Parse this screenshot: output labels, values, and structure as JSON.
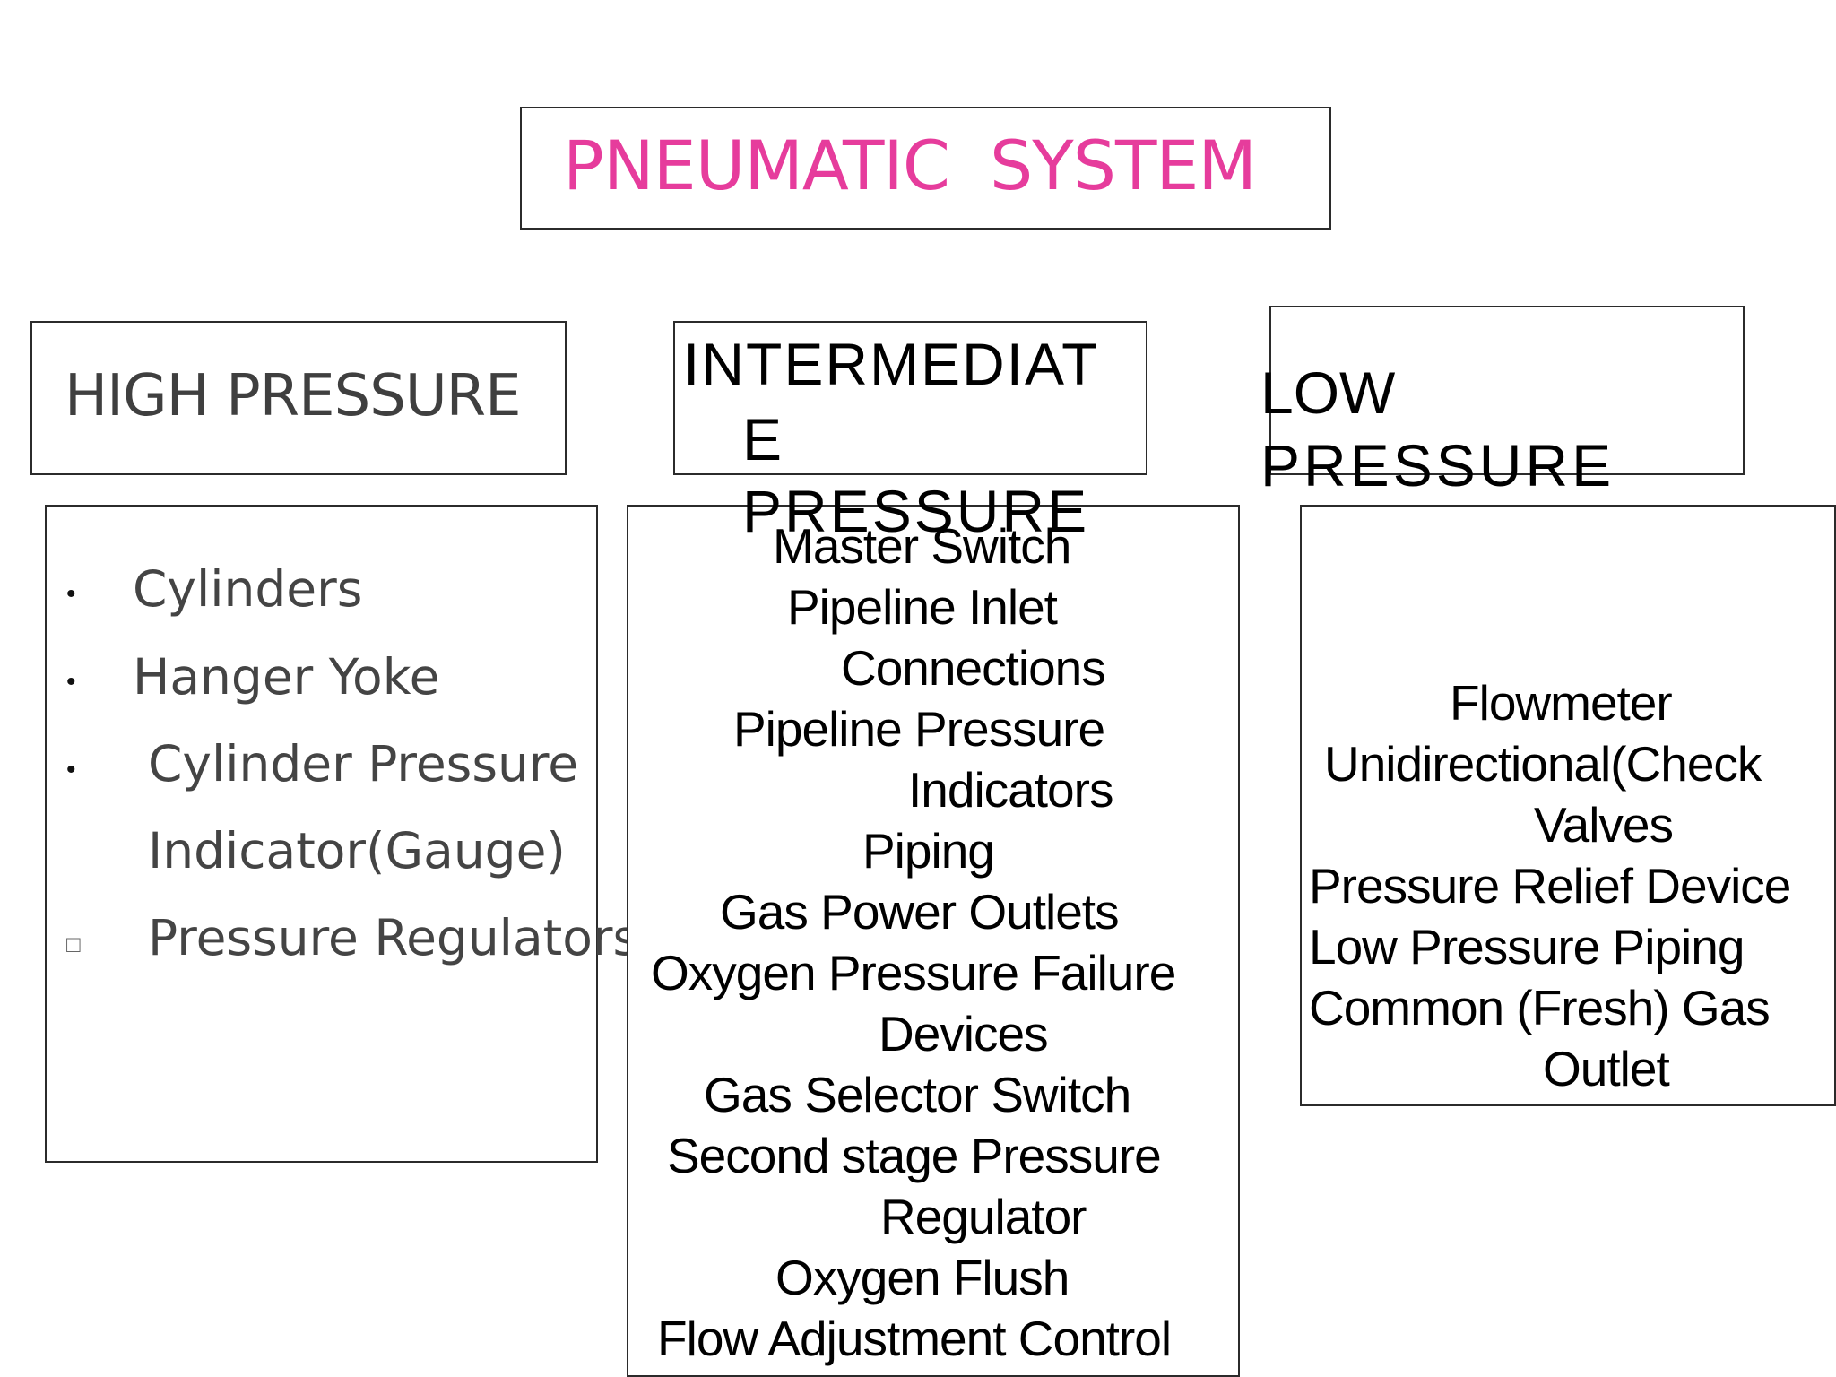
{
  "title": "PNEUMATIC SYSTEM",
  "high_pressure": {
    "heading": "HIGH PRESSURE",
    "items": [
      "Cylinders",
      "Hanger Yoke",
      "Cylinder Pressure",
      "Indicator(Gauge)",
      "Pressure Regulators"
    ],
    "bullets": [
      "•",
      "•",
      "•",
      "□"
    ]
  },
  "intermediate_pressure": {
    "heading_lines": [
      "INTERMEDIAT",
      "E",
      "PRESSURE"
    ],
    "lines": [
      "Master Switch",
      "Pipeline Inlet",
      "Connections",
      "Pipeline Pressure",
      "Indicators",
      "Piping",
      "Gas Power Outlets",
      "Oxygen Pressure Failure",
      "Devices",
      "Gas Selector Switch",
      "Second stage Pressure",
      "Regulator",
      "Oxygen Flush",
      "Flow Adjustment Control"
    ]
  },
  "low_pressure": {
    "heading_lines": [
      "LOW",
      "PRESSURE"
    ],
    "lines": [
      "Flowmeter",
      "Unidirectional(Check",
      "Valves",
      "Pressure Relief Device",
      "Low Pressure Piping",
      "Common (Fresh) Gas",
      "Outlet"
    ]
  },
  "colors": {
    "title": "#e63c9c",
    "high_text": "#444444",
    "border": "#2b2b2b"
  }
}
